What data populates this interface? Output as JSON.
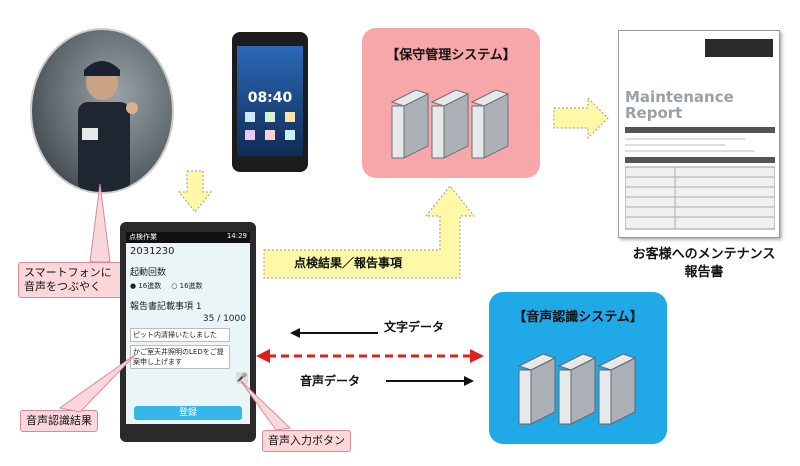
{
  "callouts": {
    "voice_speak": "スマートフォンに\n音声をつぶやく",
    "recognition_result": "音声認識結果",
    "voice_input_button": "音声入力ボタン"
  },
  "systems": {
    "maintenance": "【保守管理システム】",
    "voice": "【音声認識システム】"
  },
  "flows": {
    "inspection_result": "点検結果／報告事項",
    "text_data": "文字データ",
    "voice_data": "音声データ"
  },
  "report": {
    "caption_line1": "お客様へのメンテナンス",
    "caption_line2": "報告書",
    "heading_en": "Maintenance Report"
  },
  "phone_small": {
    "clock": "08:40"
  },
  "app": {
    "status_time": "14:29",
    "app_name": "点検作業",
    "record_id": "2031230",
    "start_count_label": "起動回数",
    "radio_a": "16進数",
    "radio_b": "16進数",
    "report_item_label": "報告書記載事項 1",
    "counter": "35 / 1000",
    "line1": "ピット内清掃いたしました",
    "line2": "かご室天井照明のLEDをご提案申し上げます",
    "register_button": "登録"
  },
  "colors": {
    "maintenance_box": "#f7a6aa",
    "voice_box": "#21a9e7",
    "flow_arrow": "#fff8a6",
    "callout": "#fbd7dc",
    "dashed_arrow": "#e0201f"
  }
}
